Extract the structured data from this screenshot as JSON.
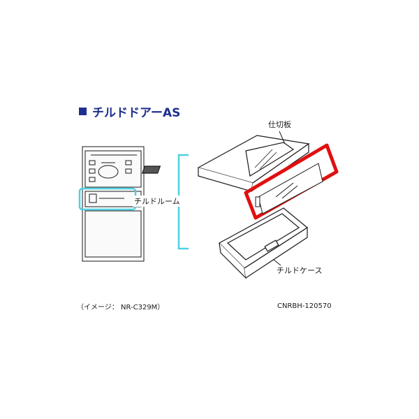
{
  "header": {
    "title": "チルドドアーAS",
    "accent_color": "#1f2f8f"
  },
  "labels": {
    "partition": "仕切板",
    "chilled_room": "チルドルーム",
    "chilled_case": "チルドケース"
  },
  "footer": {
    "caption": "（イメージ：  NR-C329M）",
    "part_code": "CNRBH-120570"
  },
  "colors": {
    "bracket": "#4fd0e0",
    "highlight": "#e01010",
    "line": "#1a1a1a"
  },
  "icons": [
    "bullet-square-icon"
  ]
}
